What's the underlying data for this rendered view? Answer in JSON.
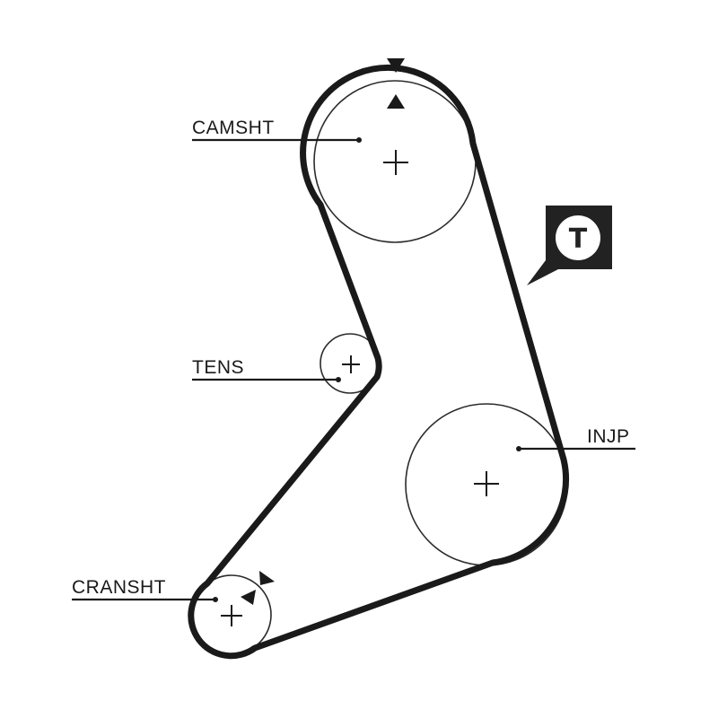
{
  "colors": {
    "line": "#1a1a1a",
    "pulley_stroke": "#2b2b2b",
    "background": "#ffffff",
    "tag_bg": "#222222",
    "tag_fg": "#ffffff"
  },
  "labels": {
    "camshaft": "CAMSHT",
    "tensioner": "TENS",
    "injection_pump": "INJP",
    "crankshaft": "CRANSHT"
  },
  "tensioner_tag": {
    "letter": "T",
    "icon": "tensioner-tag-icon"
  },
  "markers": {
    "timing_mark_icon": "timing-mark-triangle-icon",
    "rotation_icon": "rotation-direction-arrow-icon"
  }
}
